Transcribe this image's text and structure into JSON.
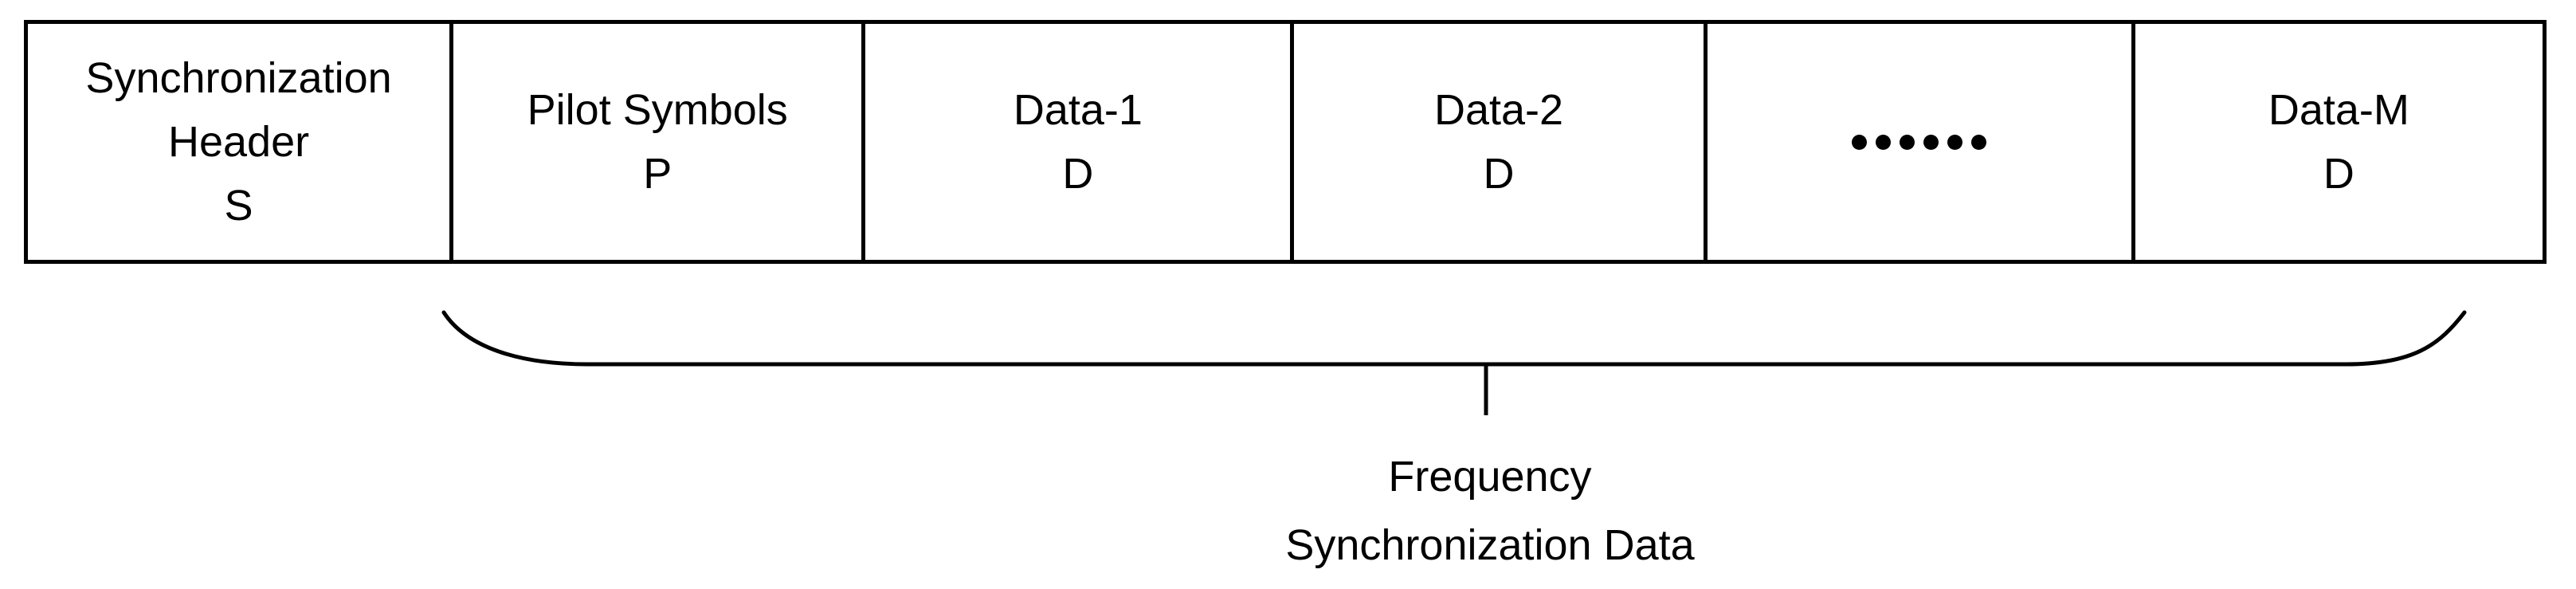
{
  "diagram": {
    "cells": [
      {
        "lines": [
          "Synchronization",
          "Header",
          "S"
        ]
      },
      {
        "lines": [
          "Pilot Symbols",
          "P"
        ]
      },
      {
        "lines": [
          "Data-1",
          "D"
        ]
      },
      {
        "lines": [
          "Data-2",
          "D"
        ]
      },
      {
        "lines": [],
        "ellipsis_dots": 6
      },
      {
        "lines": [
          "Data-M",
          "D"
        ]
      }
    ],
    "brace_label": {
      "line1": "Frequency",
      "line2": "Synchronization Data"
    },
    "colors": {
      "ink": "#000000",
      "background": "#ffffff"
    }
  }
}
